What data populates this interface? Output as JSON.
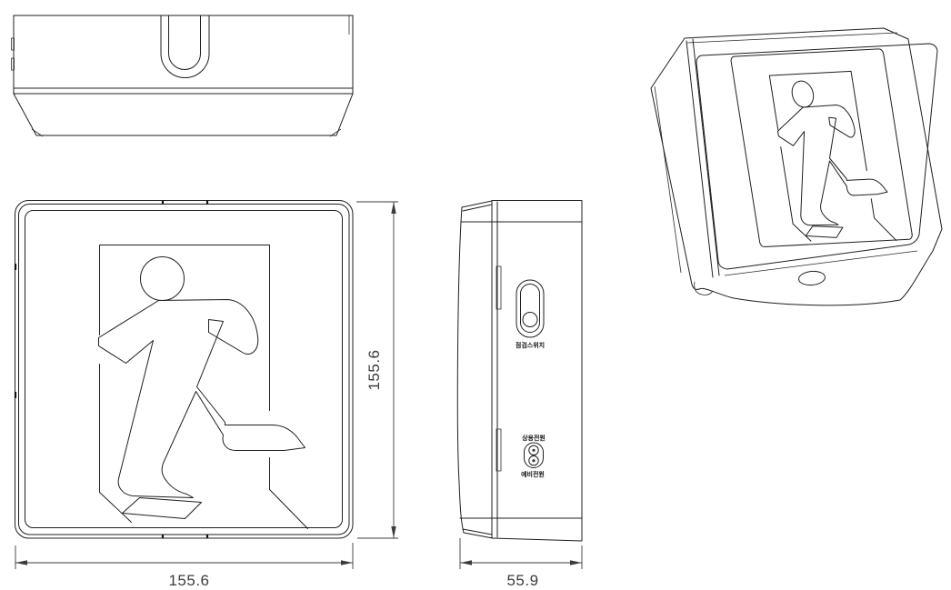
{
  "drawing": {
    "dims": {
      "front_width": "155.6",
      "front_height": "155.6",
      "side_width": "55.9"
    },
    "labels": {
      "switch": "점검스위치",
      "power_top": "상용전원",
      "power_bottom": "예비전원"
    },
    "icons": {
      "pictogram": "running-man-exit-pictogram",
      "door_frame": "door-frame-outline",
      "switch": "inspection-switch-recess",
      "connector": "two-pin-power-connector",
      "cable_hole": "cable-entry-oval",
      "notch": "u-shaped-mounting-notch"
    },
    "colors": {
      "line": "#1f1f1f",
      "dimension": "#3c3c3c",
      "background": "#ffffff"
    }
  }
}
